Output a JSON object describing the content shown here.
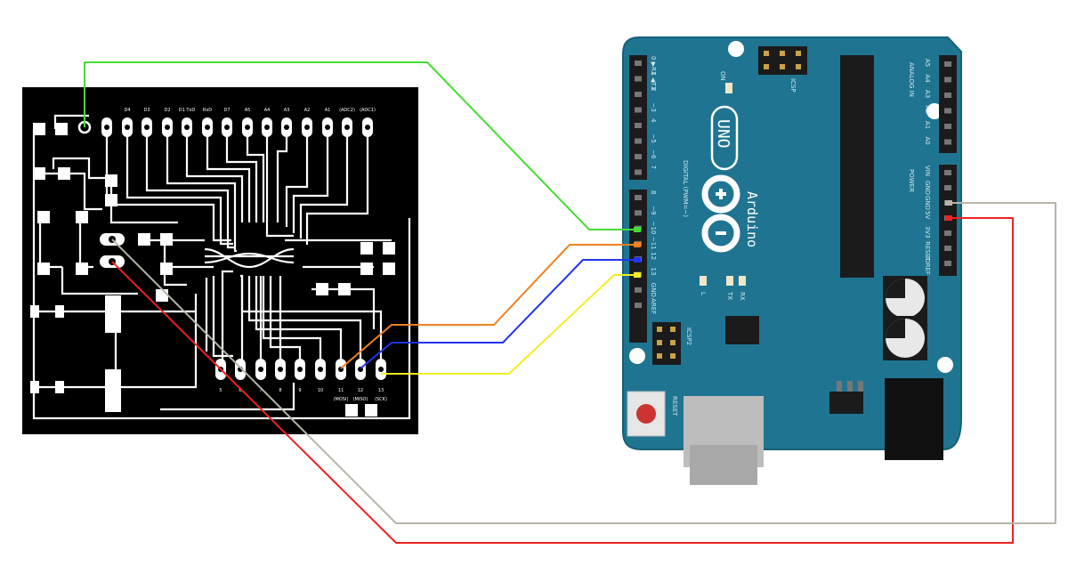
{
  "pcb": {
    "top_pin_labels": [
      "",
      "",
      "D4",
      "D3",
      "D2",
      "D1 TxD",
      "RxD",
      "D7",
      "A5",
      "A4",
      "A3",
      "A2",
      "A1",
      "(ADC2)",
      "(ADC1)"
    ],
    "bottom_pin_labels": [
      "5",
      "6",
      "7",
      "8",
      "9",
      "10",
      "11",
      "12",
      "13"
    ],
    "bottom_left_labels": [
      "(MOSI)",
      "(MISO)",
      "(SCK)"
    ]
  },
  "arduino": {
    "brand": "Arduino",
    "model": "UNO",
    "digital_pins": [
      "0 ▶RX",
      "1 ◀TX",
      "2",
      "~3",
      "4",
      "~5",
      "~6",
      "7",
      "8",
      "~9",
      "~10",
      "~11",
      "12",
      "13",
      "GND",
      "AREF"
    ],
    "digital_label": "DIGITAL (PWM=~)",
    "analog_pins": [
      "A5",
      "A4",
      "A3",
      "A2",
      "A1",
      "A0"
    ],
    "analog_label": "ANALOG IN",
    "power_pins": [
      "VIN",
      "GND",
      "GND",
      "5V",
      "3V3",
      "RESET",
      "IOREF"
    ],
    "power_label": "POWER",
    "icsp_label": "ICSP",
    "icsp2_label": "ICSP2",
    "reset_label": "RESET",
    "led_on_label": "ON",
    "led_l_label": "L",
    "led_tx_label": "TX",
    "led_rx_label": "RX"
  },
  "colors": {
    "board": "#1f7591",
    "board_edge": "#166078",
    "header": "#1b1b1b",
    "pcb": "#000000",
    "trace": "#ffffff",
    "wire_green": "#44dd33",
    "wire_orange": "#f08020",
    "wire_blue": "#2233ee",
    "wire_yellow": "#f2ee22",
    "wire_red": "#ee2222",
    "wire_gray": "#b8b4a8"
  }
}
